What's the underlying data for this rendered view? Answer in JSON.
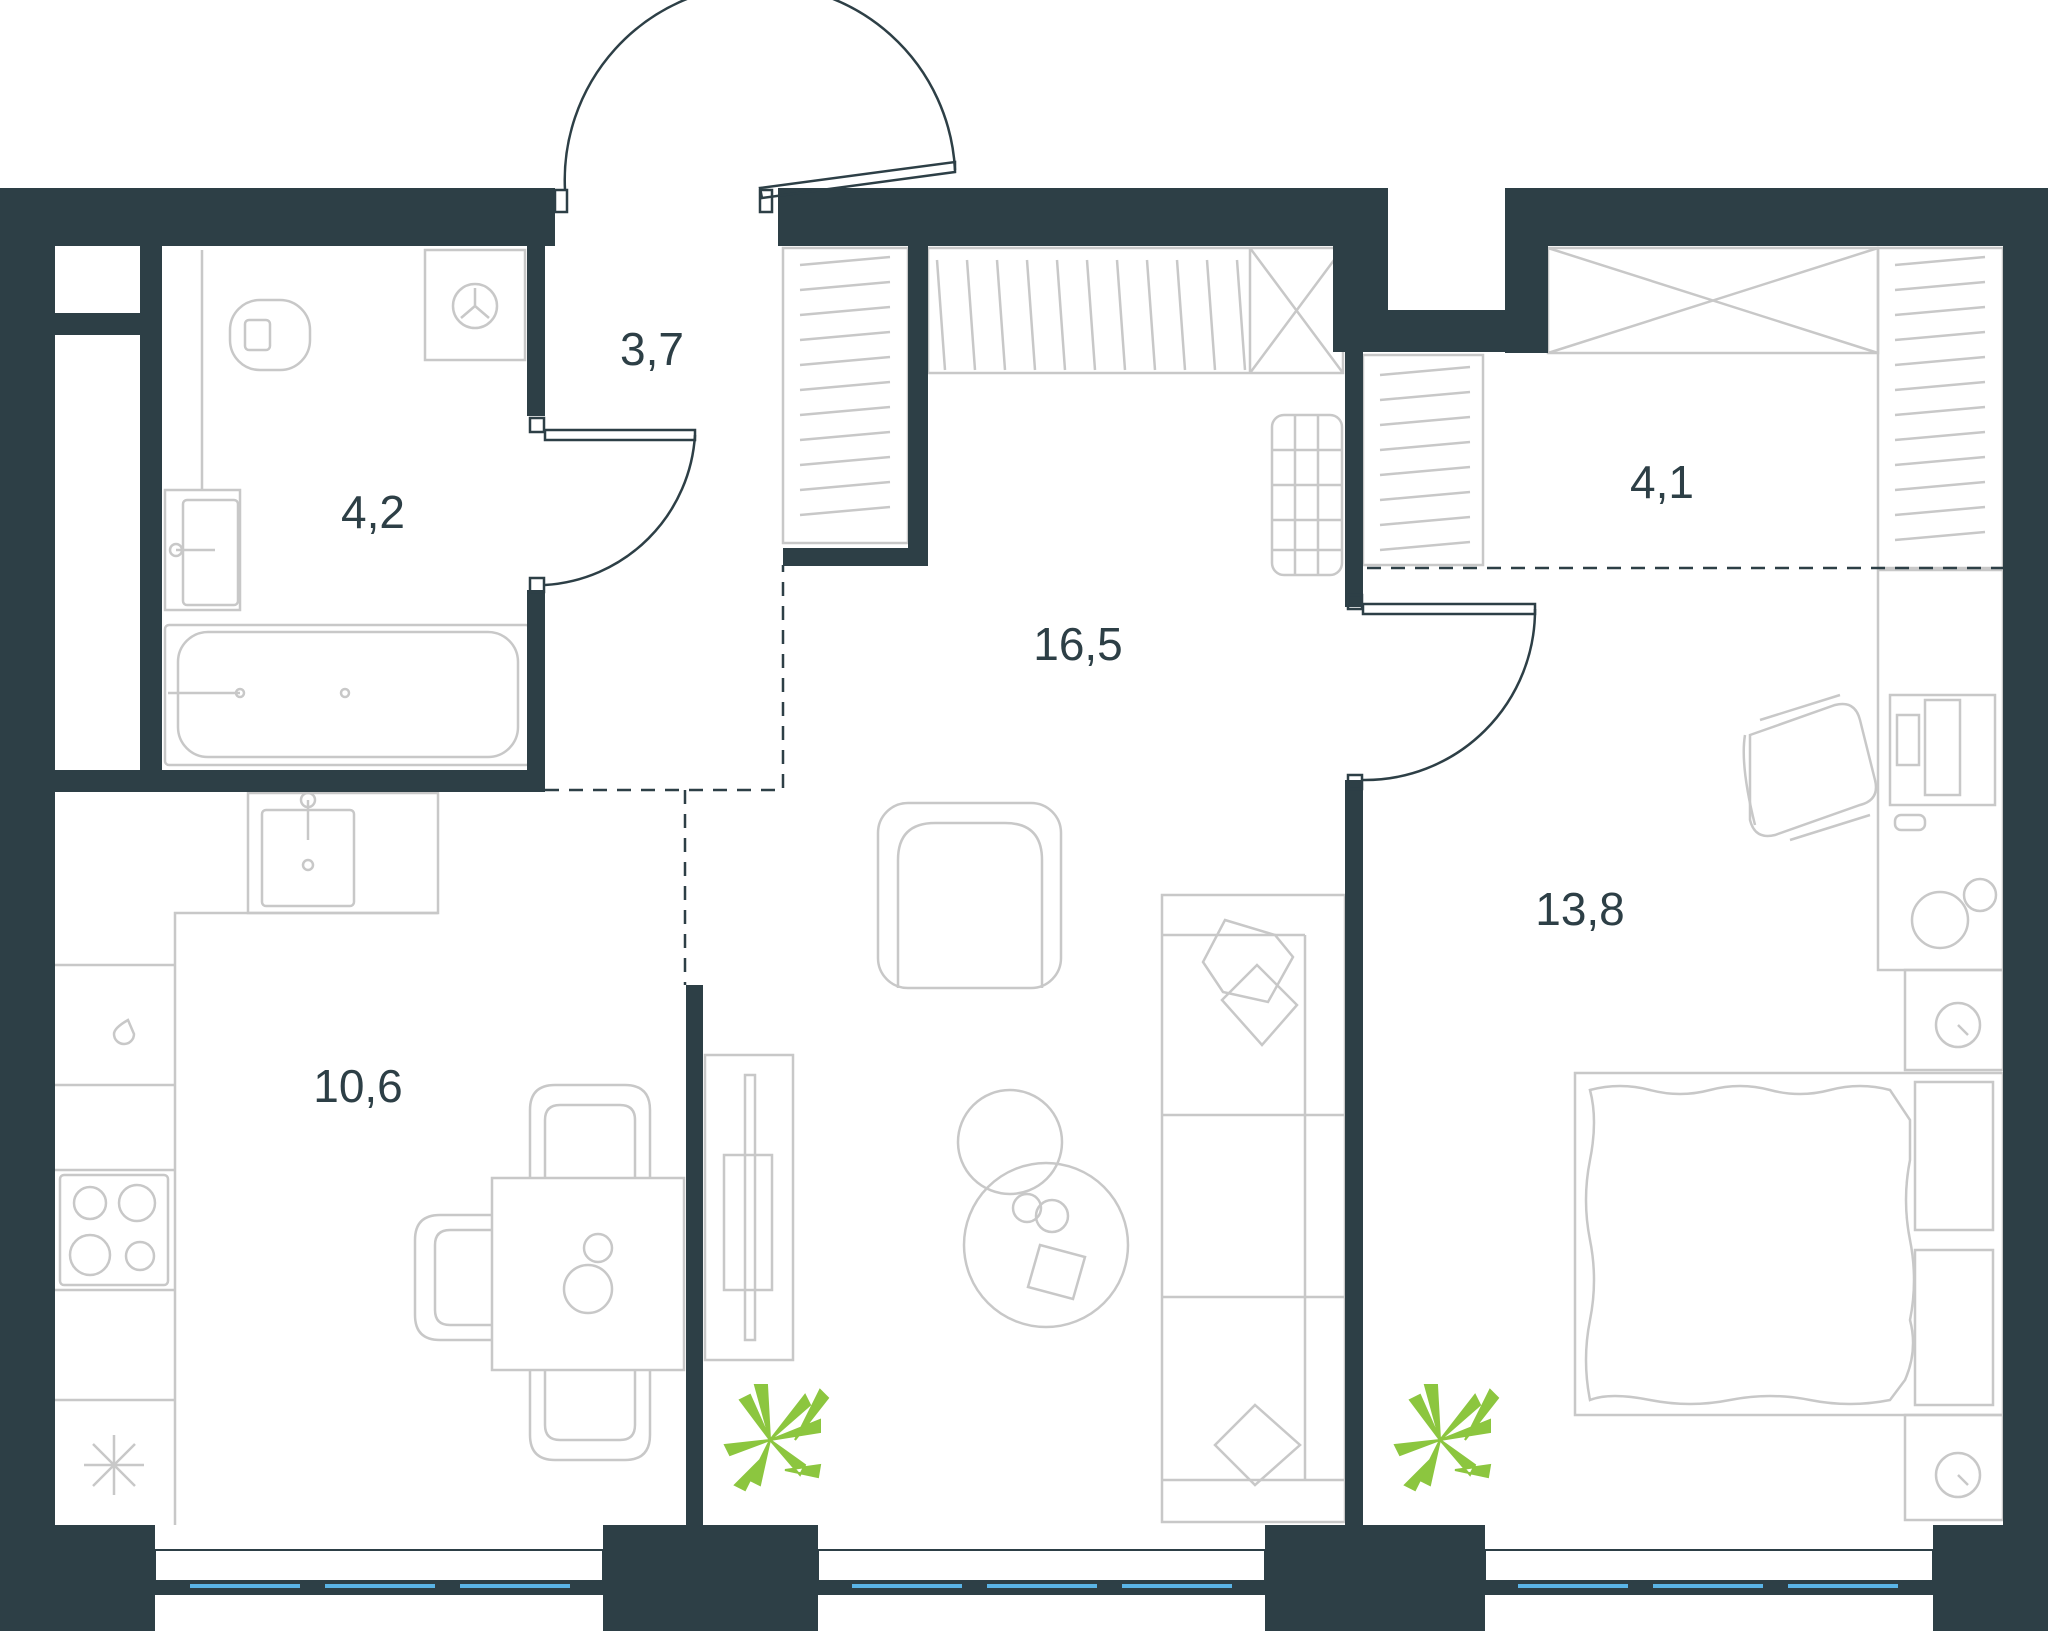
{
  "colors": {
    "wall": "#2d3f46",
    "furniture": "#c8c8c8",
    "door": "#2d3f46",
    "window": "#5ab4e6",
    "plant": "#8cc63f",
    "background": "#ffffff"
  },
  "rooms": [
    {
      "id": "hall",
      "area": "3,7"
    },
    {
      "id": "bathroom",
      "area": "4,2"
    },
    {
      "id": "living-room",
      "area": "16,5"
    },
    {
      "id": "wardrobe",
      "area": "4,1"
    },
    {
      "id": "kitchen",
      "area": "10,6"
    },
    {
      "id": "bedroom",
      "area": "13,8"
    }
  ],
  "icons": [
    "entry-door-icon",
    "bathtub-icon",
    "toilet-icon",
    "washing-machine-icon",
    "sink-icon",
    "stove-icon",
    "fridge-icon",
    "sofa-icon",
    "armchair-icon",
    "tv-icon",
    "bed-icon",
    "desk-icon",
    "plant-icon"
  ]
}
